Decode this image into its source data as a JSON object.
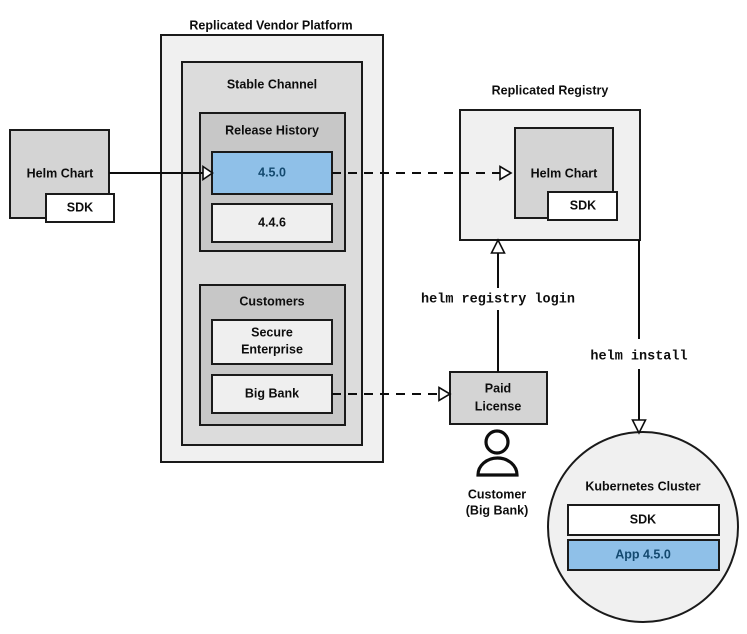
{
  "diagram": {
    "titles": {
      "vendor_platform": "Replicated Vendor Platform",
      "registry": "Replicated Registry"
    },
    "source": {
      "helm_chart": "Helm Chart",
      "sdk": "SDK"
    },
    "vendor_platform": {
      "stable_channel": "Stable Channel",
      "release_history": {
        "label": "Release History",
        "releases": [
          {
            "version": "4.5.0",
            "highlighted": true
          },
          {
            "version": "4.4.6",
            "highlighted": false
          }
        ]
      },
      "customers": {
        "label": "Customers",
        "entries": [
          {
            "name": "Secure\nEnterprise",
            "line1": "Secure",
            "line2": "Enterprise"
          },
          {
            "name": "Big Bank",
            "line1": "Big Bank",
            "line2": ""
          }
        ]
      }
    },
    "registry": {
      "helm_chart": "Helm Chart",
      "sdk": "SDK"
    },
    "license": {
      "line1": "Paid",
      "line2": "License"
    },
    "customer_actor": {
      "line1": "Customer",
      "line2": "(Big Bank)",
      "icon": "person-icon"
    },
    "cluster": {
      "label": "Kubernetes Cluster",
      "items": [
        {
          "label": "SDK",
          "highlighted": false
        },
        {
          "label": "App 4.5.0",
          "highlighted": true
        }
      ]
    },
    "commands": {
      "registry_login": "helm registry login",
      "install": "helm install"
    },
    "colors": {
      "highlight_fill": "#8fc0e8",
      "highlight_stroke": "#3a7cb8",
      "highlight_text": "#13496f",
      "outer_panel": "#f0f0f0",
      "channel_panel": "#dcdcdc",
      "section_panel": "#c7c7c7",
      "box_gray": "#d4d4d4",
      "box_light": "#efefef",
      "box_white": "#ffffff",
      "stroke": "#1a1a1a"
    }
  }
}
